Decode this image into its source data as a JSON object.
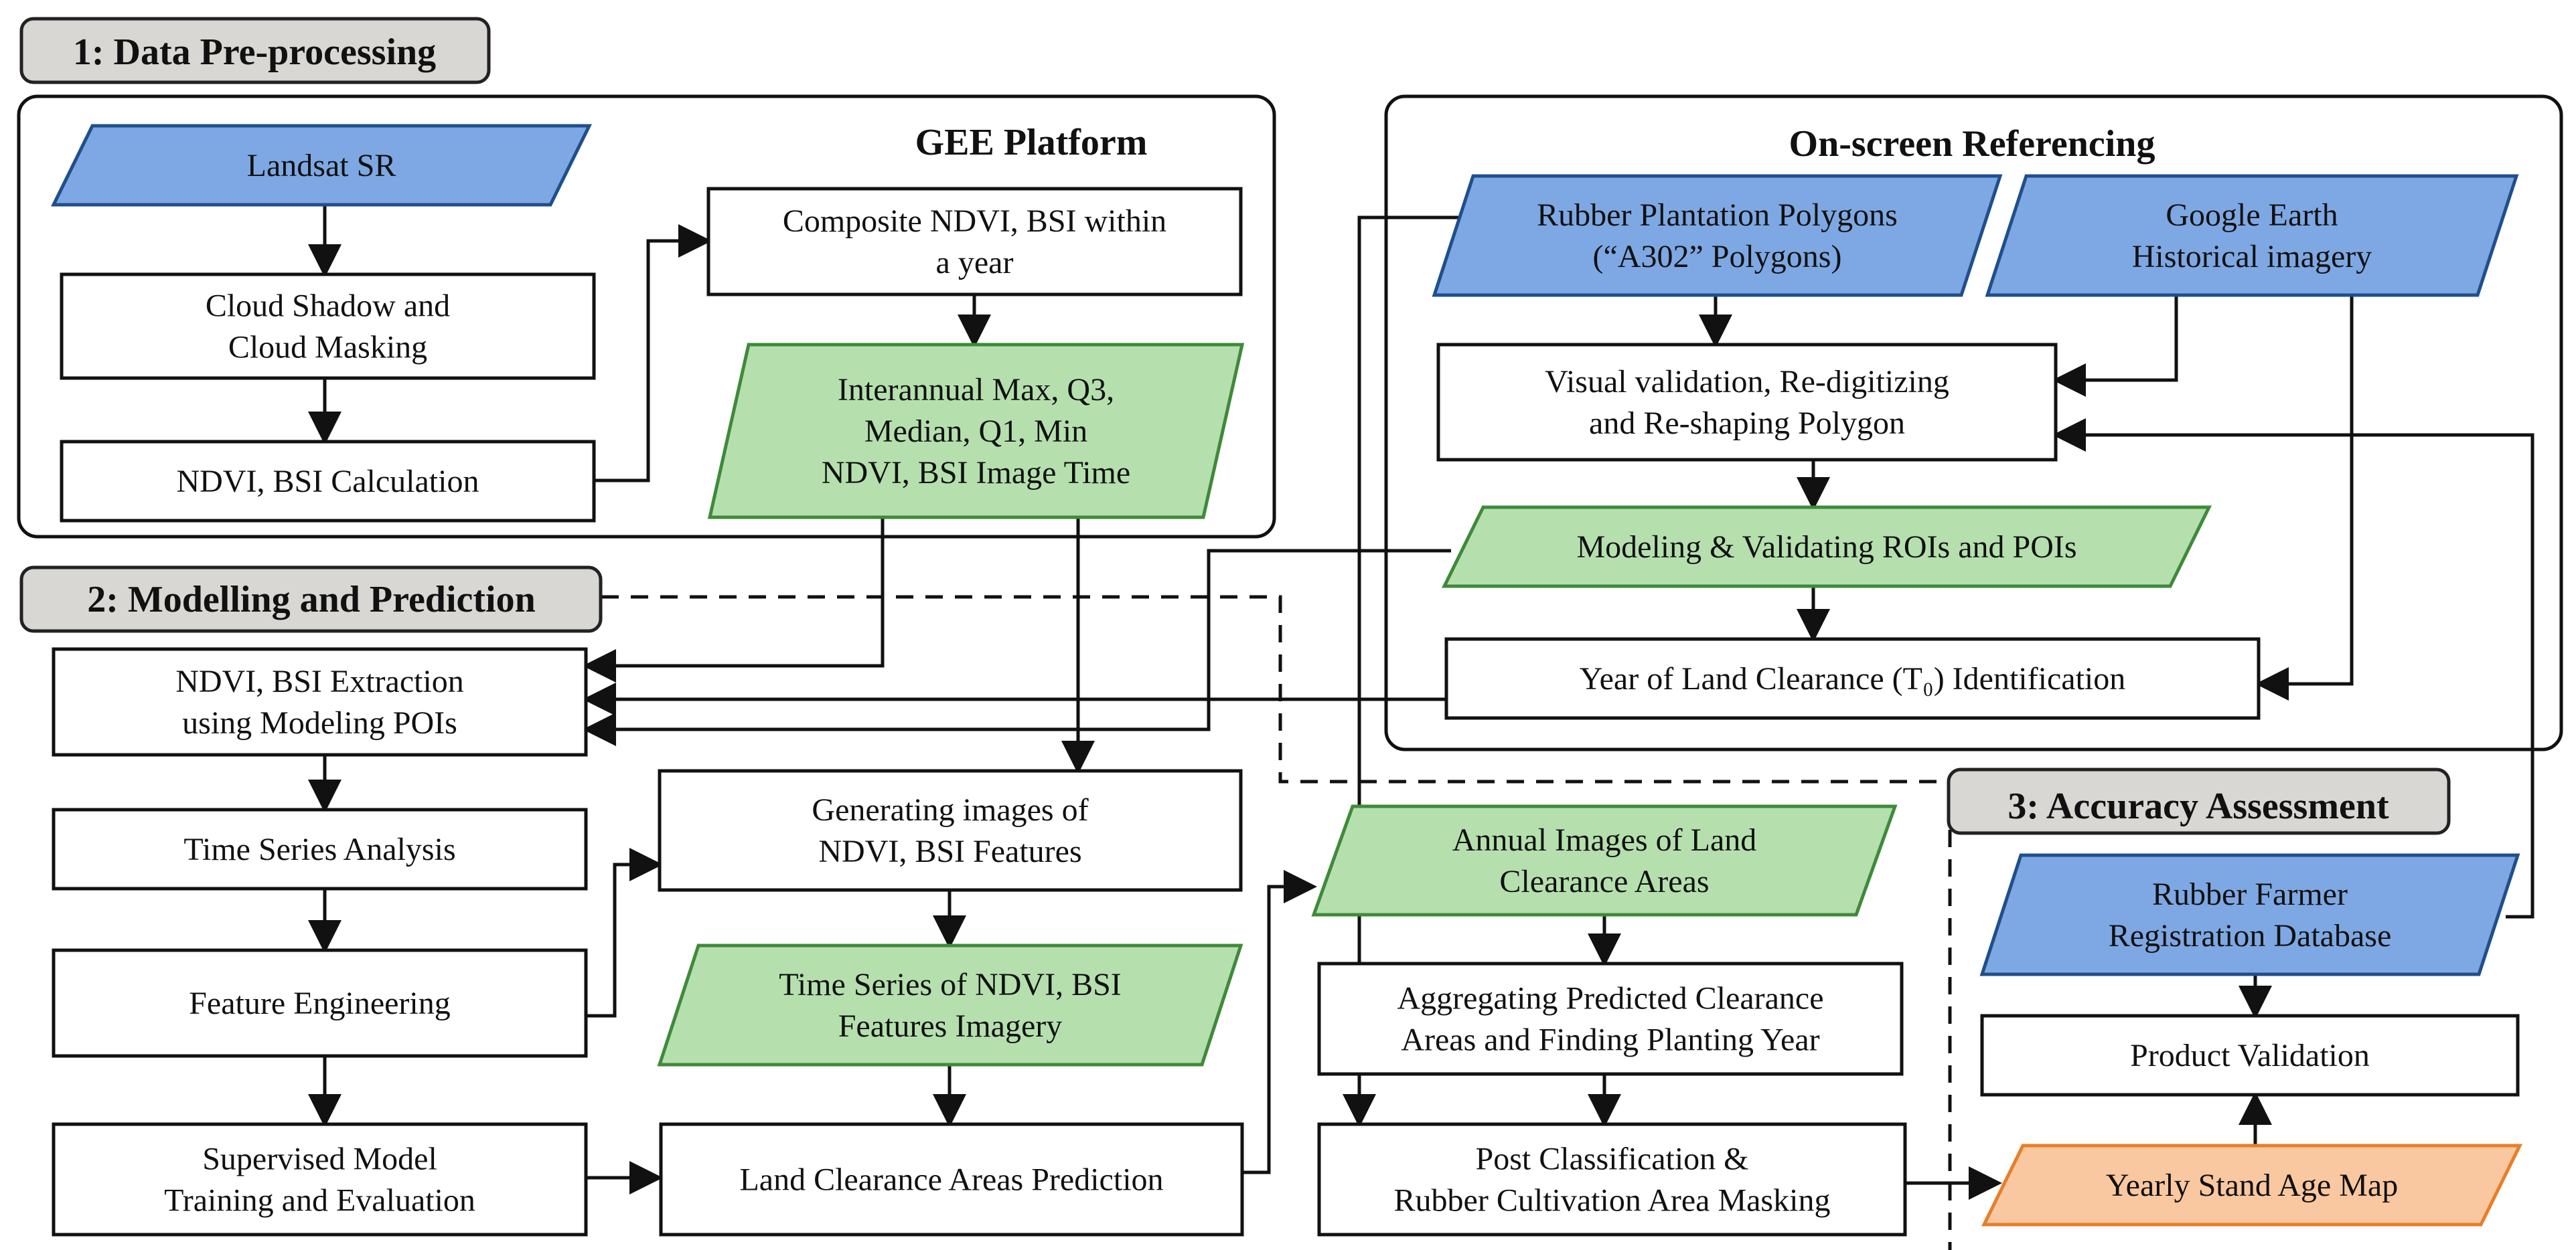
{
  "colors": {
    "input_fill": "#7ea8e3",
    "input_stroke": "#1f4f8c",
    "product_fill": "#b5e0ae",
    "product_stroke": "#3f8a3a",
    "output_fill": "#f9c8a0",
    "output_stroke": "#e87e2a",
    "header_fill": "#d9d7d3",
    "stroke": "#111111"
  },
  "sections": {
    "preprocessing": "1: Data Pre-processing",
    "modelling": "2: Modelling and Prediction",
    "accuracy": "3: Accuracy Assessment"
  },
  "groups": {
    "gee": "GEE Platform",
    "onscreen": "On-screen Referencing"
  },
  "nodes": {
    "landsat": [
      "Landsat SR"
    ],
    "cloud": [
      "Cloud Shadow and",
      "Cloud Masking"
    ],
    "ndvi_calc": [
      "NDVI, BSI Calculation"
    ],
    "composite": [
      "Composite NDVI, BSI within",
      "a year"
    ],
    "interannual": [
      "Interannual Max, Q3,",
      "Median, Q1, Min",
      "NDVI, BSI Image Time"
    ],
    "rubber_poly": [
      "Rubber Plantation Polygons",
      "(“A302” Polygons)"
    ],
    "google_earth": [
      "Google Earth",
      "Historical imagery"
    ],
    "visual": [
      "Visual validation, Re-digitizing",
      "and Re-shaping Polygon"
    ],
    "modeling_rois": [
      "Modeling & Validating ROIs and POIs"
    ],
    "year_clearance": [
      "Year of Land Clearance (T₀) Identification"
    ],
    "extraction": [
      "NDVI, BSI Extraction",
      "using Modeling POIs"
    ],
    "time_series": [
      "Time Series Analysis"
    ],
    "feature_eng": [
      "Feature Engineering"
    ],
    "supervised": [
      "Supervised Model",
      "Training and Evaluation"
    ],
    "gen_images": [
      "Generating images of",
      "NDVI, BSI Features"
    ],
    "ts_imagery": [
      "Time Series of NDVI, BSI",
      "Features Imagery"
    ],
    "lc_prediction": [
      "Land Clearance Areas Prediction"
    ],
    "annual_images": [
      "Annual Images of Land",
      "Clearance Areas"
    ],
    "aggregating": [
      "Aggregating Predicted Clearance",
      "Areas and Finding Planting Year"
    ],
    "post_class": [
      "Post Classification &",
      "Rubber Cultivation Area Masking"
    ],
    "farmer_db": [
      "Rubber Farmer",
      "Registration Database"
    ],
    "product_val": [
      "Product Validation"
    ],
    "stand_age": [
      "Yearly Stand Age Map"
    ]
  }
}
